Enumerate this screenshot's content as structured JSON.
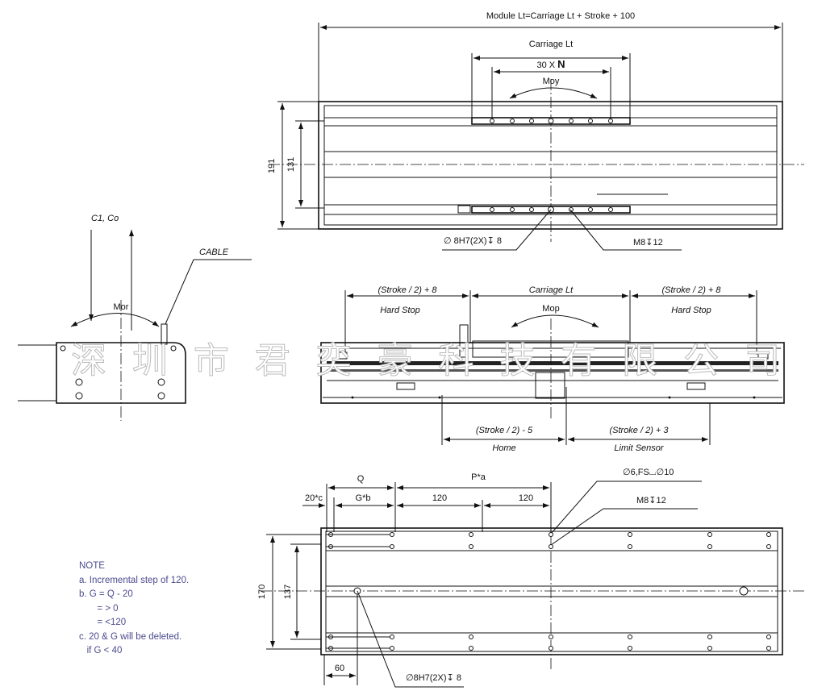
{
  "top_view": {
    "module_length_label": "Module Lt=Carriage Lt + Stroke + 100",
    "carriage_label": "Carriage Lt",
    "hole_pitch_prefix": "30 X ",
    "hole_pitch_n": "N",
    "moment_label": "Moy",
    "height_outer": "191",
    "height_inner": "131",
    "dowel_callout": "∅ 8H7(2X)↧ 8",
    "thread_callout": "M8↧12"
  },
  "side_view": {
    "load_label": "C1, Co",
    "cable_label": "CABLE",
    "moment_label": "Mor"
  },
  "front_view": {
    "left_stroke": "(Stroke / 2) + 8",
    "left_hard_stop": "Hard Stop",
    "carriage_label": "Carriage Lt",
    "moment_label": "Mop",
    "right_stroke": "(Stroke / 2) + 8",
    "right_hard_stop": "Hard Stop",
    "home_stroke": "(Stroke / 2) - 5",
    "home_label": "Home",
    "limit_stroke": "(Stroke / 2) + 3",
    "limit_label": "Limit Sensor"
  },
  "bottom_view": {
    "q_label": "Q",
    "p_label": "P*a",
    "c_label": "20*c",
    "g_label": "G*b",
    "pitch_1": "120",
    "pitch_2": "120",
    "counterbore_callout": "∅6,FS⌴∅10",
    "thread_callout": "M8↧12",
    "height_outer": "170",
    "height_inner": "137",
    "offset": "60",
    "dowel_callout": "∅8H7(2X)↧ 8"
  },
  "notes": {
    "title": "NOTE",
    "lines": [
      "a. Incremental step of 120.",
      "b. G = Q - 20",
      "       = > 0",
      "       = <120",
      "c. 20 & G will be deleted.",
      "   if G < 40"
    ]
  },
  "watermark": "深圳市君奕豪科技有限公司"
}
